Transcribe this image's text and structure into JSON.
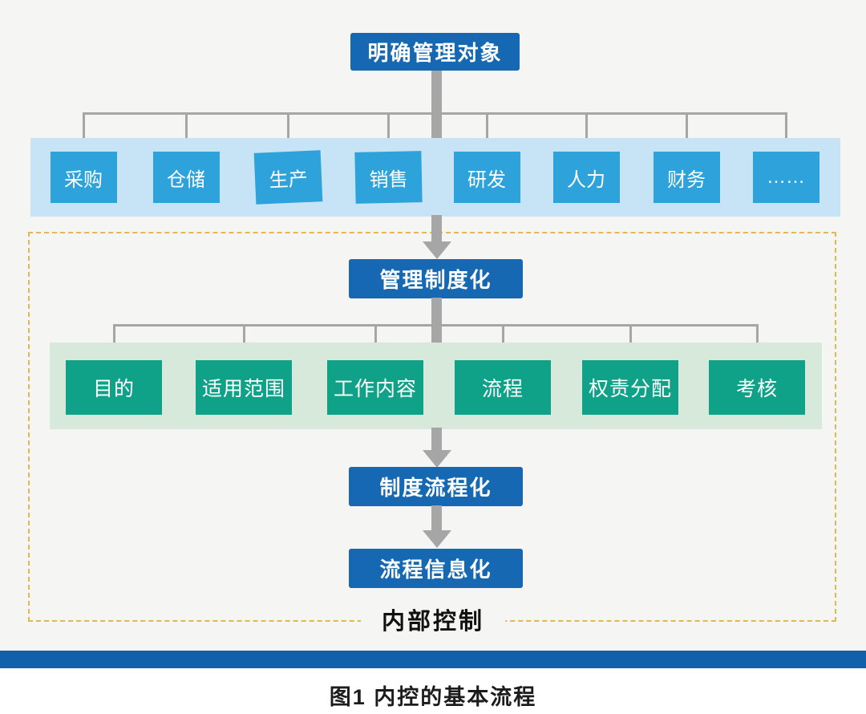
{
  "title_box": {
    "label": "明确管理对象"
  },
  "departments": {
    "items": [
      "采购",
      "仓储",
      "生产",
      "销售",
      "研发",
      "人力",
      "财务",
      "……"
    ]
  },
  "stage2_box": {
    "label": "管理制度化"
  },
  "policy_elements": {
    "items": [
      "目的",
      "适用范围",
      "工作内容",
      "流程",
      "权责分配",
      "考核"
    ]
  },
  "stage3_box": {
    "label": "制度流程化"
  },
  "stage4_box": {
    "label": "流程信息化"
  },
  "inner_control_label": "内部控制",
  "caption": "图1  内控的基本流程",
  "colors": {
    "header_box_blue": "#1568B1",
    "department_box_blue": "#2DA2DB",
    "department_band_blue": "#C6E4F6",
    "element_box_green": "#10A189",
    "element_band_green": "#D7E9DA",
    "connector_gray": "#A6A6A6",
    "dashed_border_gold": "#E5B74F",
    "bottom_bar_blue": "#1160AB",
    "page_background": "#F5F5F3"
  }
}
